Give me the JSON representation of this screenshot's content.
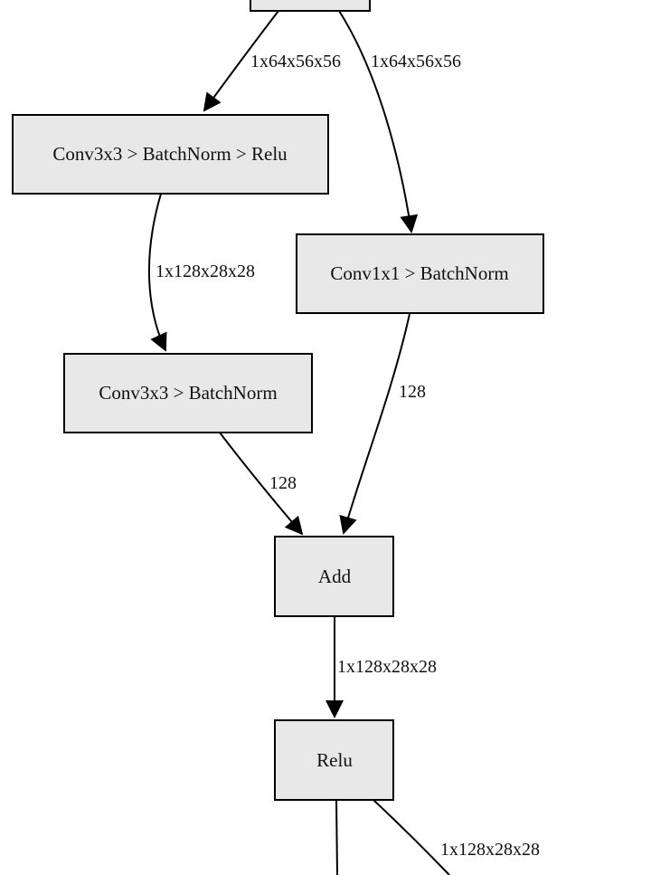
{
  "diagram": {
    "nodes": {
      "top_block": "",
      "conv3x3_bn_relu": "Conv3x3 > BatchNorm > Relu",
      "conv1x1_bn": "Conv1x1 > BatchNorm",
      "conv3x3_bn": "Conv3x3 > BatchNorm",
      "add": "Add",
      "relu": "Relu"
    },
    "edges": {
      "top_to_conv3x3_bn_relu": "1x64x56x56",
      "top_to_conv1x1_bn": "1x64x56x56",
      "conv3x3_bn_relu_to_conv3x3_bn": "1x128x28x28",
      "conv1x1_bn_to_add": "128",
      "conv3x3_bn_to_add": "128",
      "add_to_relu": "1x128x28x28",
      "relu_out_right": "1x128x28x28"
    },
    "style": {
      "node_fill": "#e8e8e8",
      "node_stroke": "#000000",
      "edge_color": "#000000"
    }
  }
}
